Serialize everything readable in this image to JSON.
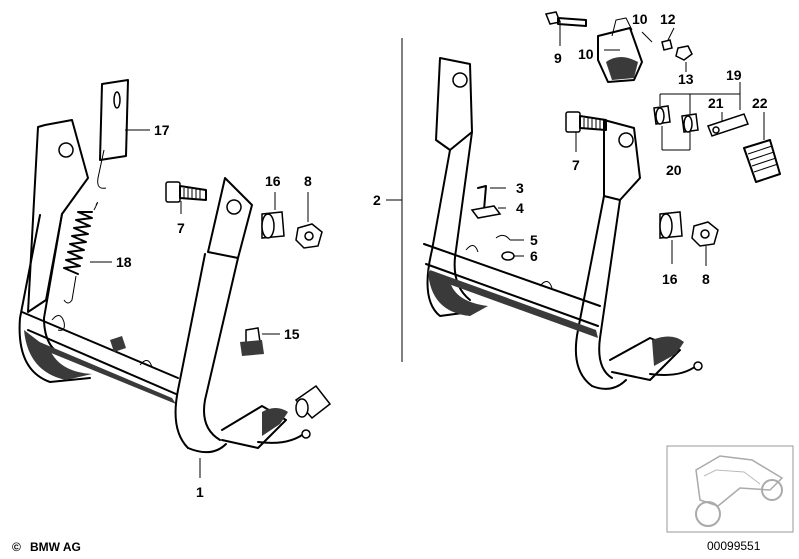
{
  "callouts": {
    "p1": "1",
    "p2": "2",
    "p3": "3",
    "p4": "4",
    "p5": "5",
    "p6": "6",
    "p7a": "7",
    "p7b": "7",
    "p8a": "8",
    "p8b": "8",
    "p9": "9",
    "p10a": "10",
    "p10b": "10",
    "p12": "12",
    "p13": "13",
    "p15": "15",
    "p16a": "16",
    "p16b": "16",
    "p17": "17",
    "p18": "18",
    "p19": "19",
    "p20": "20",
    "p21": "21",
    "p22": "22"
  },
  "footer": {
    "copyright": "BMW AG",
    "copyright_symbol": "©",
    "image_number": "00099551"
  },
  "icons": {
    "thumbnail": "motorcycle-thumbnail-icon"
  }
}
